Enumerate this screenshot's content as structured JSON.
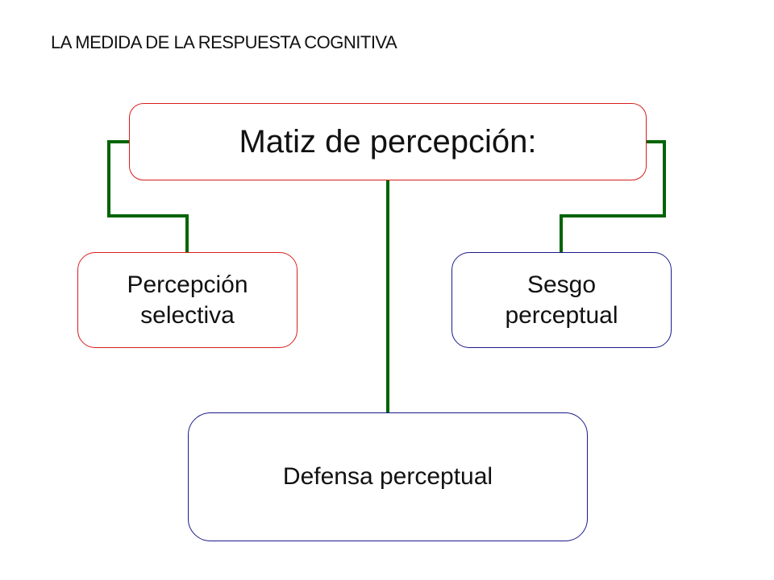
{
  "title": "LA MEDIDA DE LA RESPUESTA COGNITIVA",
  "diagram": {
    "root": {
      "label": "Matiz de percepción:"
    },
    "children": [
      {
        "id": "left",
        "lines": [
          "Percepción",
          "selectiva"
        ]
      },
      {
        "id": "right",
        "lines": [
          "Sesgo",
          "perceptual"
        ]
      },
      {
        "id": "bottom",
        "lines": [
          "Defensa perceptual"
        ]
      }
    ]
  },
  "colors": {
    "connector": "#006400",
    "red_border": "#d81e1e",
    "blue_border": "#1a1a8c"
  }
}
